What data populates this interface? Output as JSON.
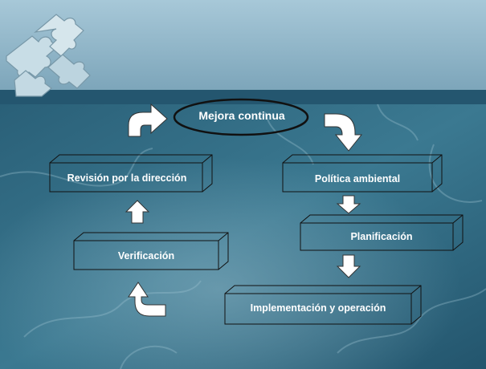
{
  "diagram": {
    "center": "Mejora continua",
    "steps": {
      "politica": "Política ambiental",
      "planificacion": "Planificación",
      "implementacion": "Implementación y operación",
      "verificacion": "Verificación",
      "revision": "Revisión por la dirección"
    }
  },
  "colors": {
    "background_top": "#8fb4c7",
    "background_band": "#24566f",
    "background_main": "#2d6880",
    "text": "#ffffff",
    "outline": "#111111"
  },
  "icons": {
    "logo": "puzzle-pieces-icon",
    "arrows": [
      "curved-arrow-right-icon",
      "curved-arrow-down-icon",
      "arrow-down-icon",
      "arrow-up-icon",
      "curved-arrow-up-icon"
    ]
  }
}
